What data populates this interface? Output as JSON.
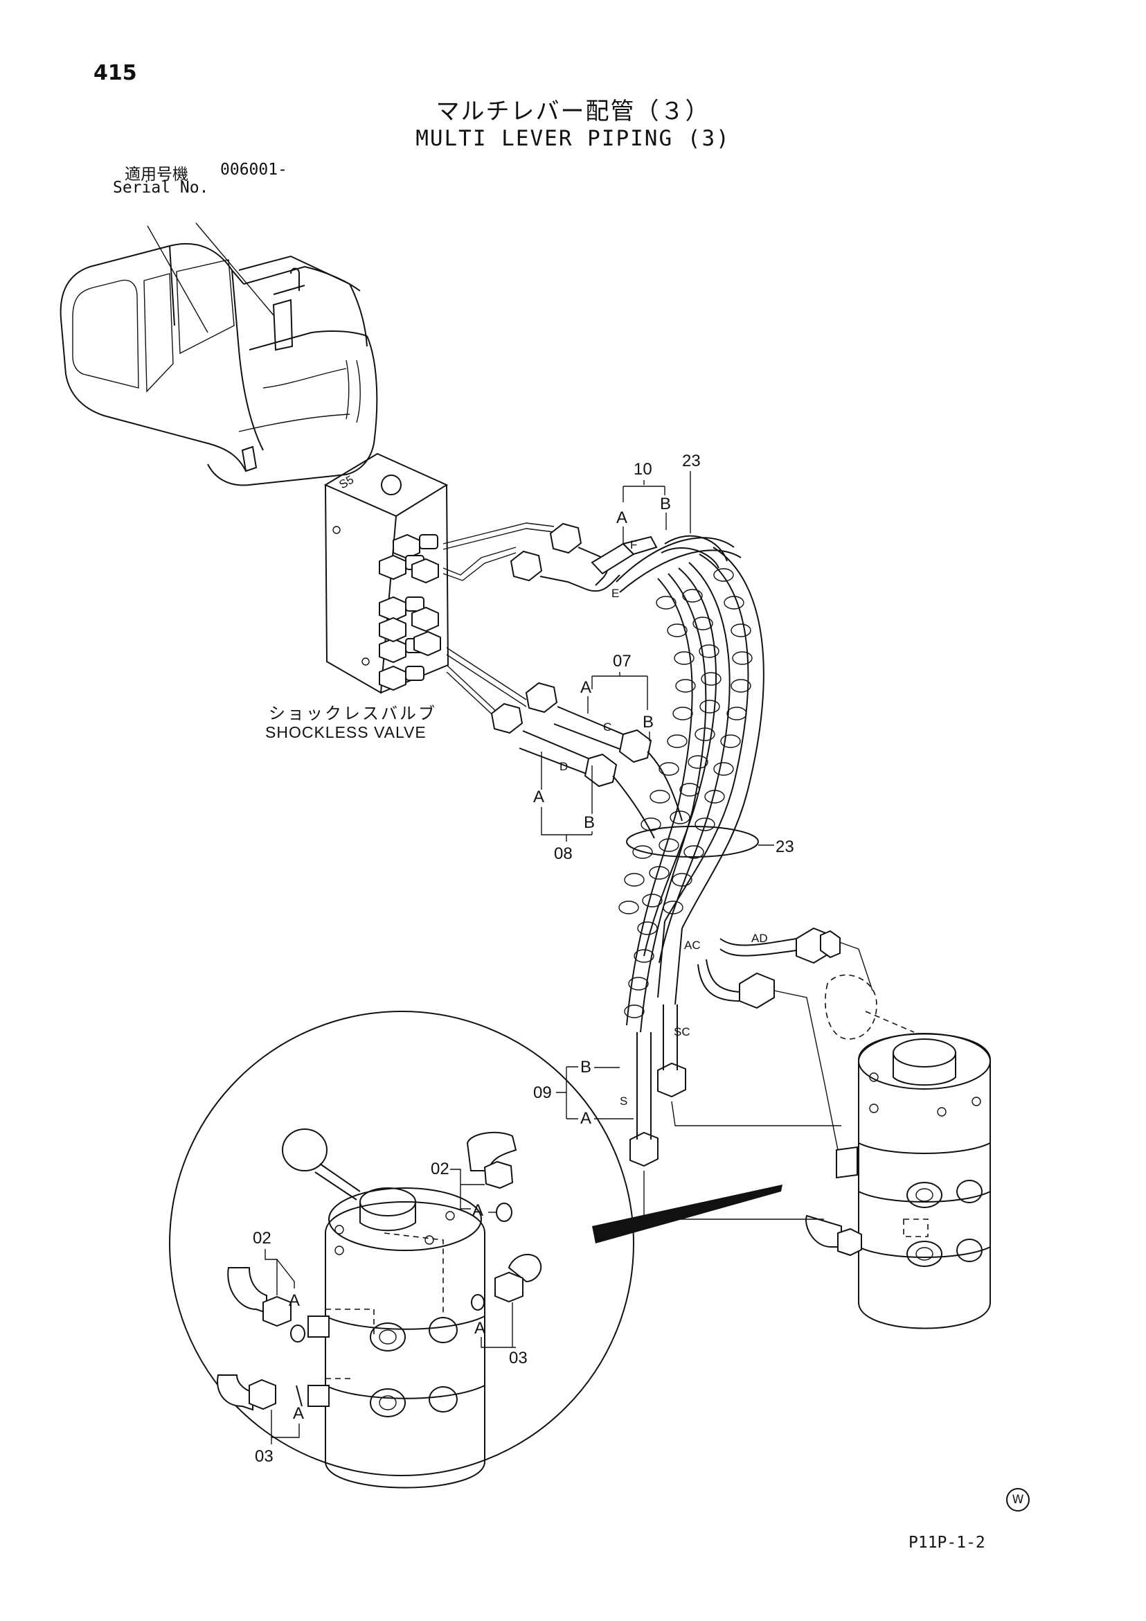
{
  "page_number": "415",
  "title_jp": "マルチレバー配管（３）",
  "title_en": "MULTI LEVER PIPING (3)",
  "serial": {
    "label_jp": "適用号機",
    "value": "006001-",
    "label_en": "Serial No."
  },
  "valve": {
    "label_jp": "ショックレスバルブ",
    "label_en": "SHOCKLESS VALVE",
    "block_mark": "S5"
  },
  "part_refs": {
    "p10": "10",
    "p23_top": "23",
    "p07": "07",
    "p08": "08",
    "p23_mid": "23",
    "p09": "09",
    "p02_right": "02",
    "p02_left": "02",
    "p03_right": "03",
    "p03_left": "03"
  },
  "end_markers": {
    "A": "A",
    "B": "B"
  },
  "hose_letters": {
    "F": "F",
    "E": "E",
    "C": "C",
    "D": "D",
    "AC": "AC",
    "AD": "AD",
    "SC": "SC",
    "S": "S"
  },
  "watermark_symbol": "W",
  "drawing_code": "P11P-1-2"
}
